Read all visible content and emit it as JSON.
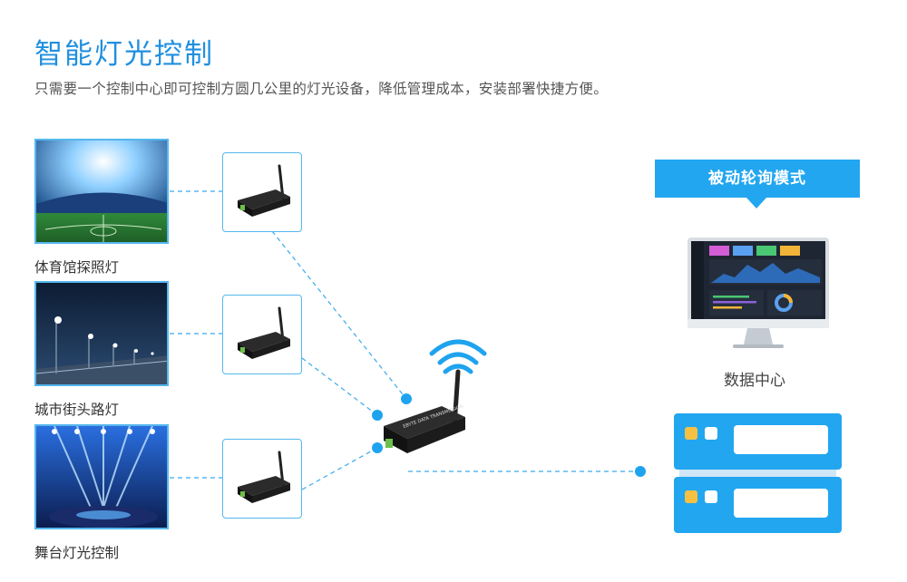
{
  "header": {
    "title": "智能灯光控制",
    "subtitle": "只需要一个控制中心即可控制方圆几公里的灯光设备，降低管理成本，安装部署快捷方便。"
  },
  "scenes": [
    {
      "label": "体育馆探照灯",
      "icon": "stadium-lights-photo"
    },
    {
      "label": "城市街头路灯",
      "icon": "street-lights-photo"
    },
    {
      "label": "舞台灯光控制",
      "icon": "stage-lights-photo"
    }
  ],
  "device": {
    "label_text": "DATA TRANSMISSION",
    "brand": "EBYTE"
  },
  "mode": {
    "label": "被动轮询模式"
  },
  "data_center": {
    "label": "数据中心"
  },
  "colors": {
    "accent": "#22a6f0",
    "title": "#1f8fe0",
    "dashed_line": "#3aa9ec",
    "server_yellow": "#f6c142"
  }
}
